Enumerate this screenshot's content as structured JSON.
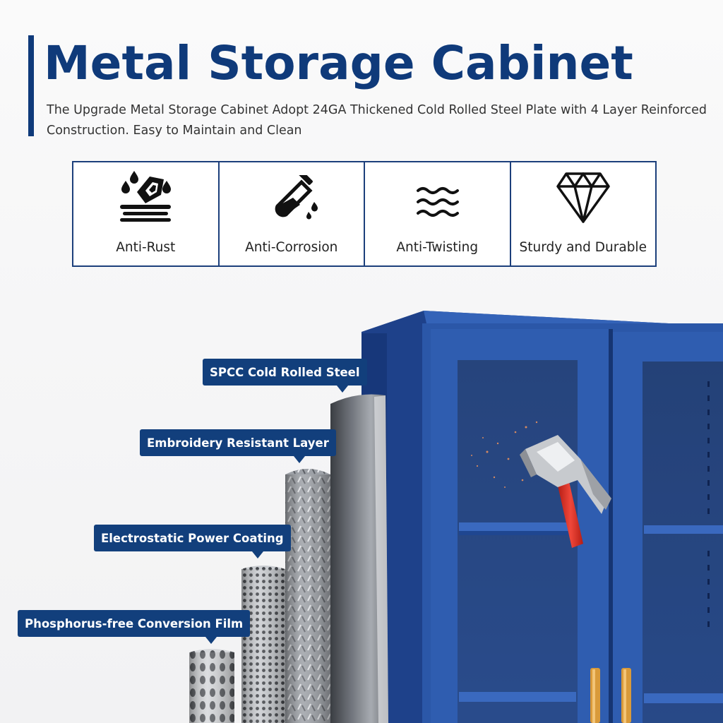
{
  "header": {
    "title": "Metal Storage Cabinet",
    "subtitle": "The Upgrade Metal Storage Cabinet Adopt 24GA Thickened Cold Rolled Steel Plate with 4 Layer Reinforced Construction. Easy to Maintain and Clean"
  },
  "features": [
    {
      "label": "Anti-Rust",
      "icon": "anti-rust-icon"
    },
    {
      "label": "Anti-Corrosion",
      "icon": "test-tube-icon"
    },
    {
      "label": "Anti-Twisting",
      "icon": "waves-icon"
    },
    {
      "label": "Sturdy and Durable",
      "icon": "diamond-icon"
    }
  ],
  "layers": [
    {
      "label": "SPCC Cold Rolled Steel"
    },
    {
      "label": "Embroidery Resistant Layer"
    },
    {
      "label": "Electrostatic Power Coating"
    },
    {
      "label": "Phosphorus-free Conversion Film"
    }
  ],
  "colors": {
    "brand": "#0f3a7a",
    "callout": "#123f7c",
    "cabinet": "#2b57a8",
    "cabinet_dark": "#1d3f82",
    "handle": "#d99a3a",
    "hammer_grip": "#e23a2c"
  }
}
